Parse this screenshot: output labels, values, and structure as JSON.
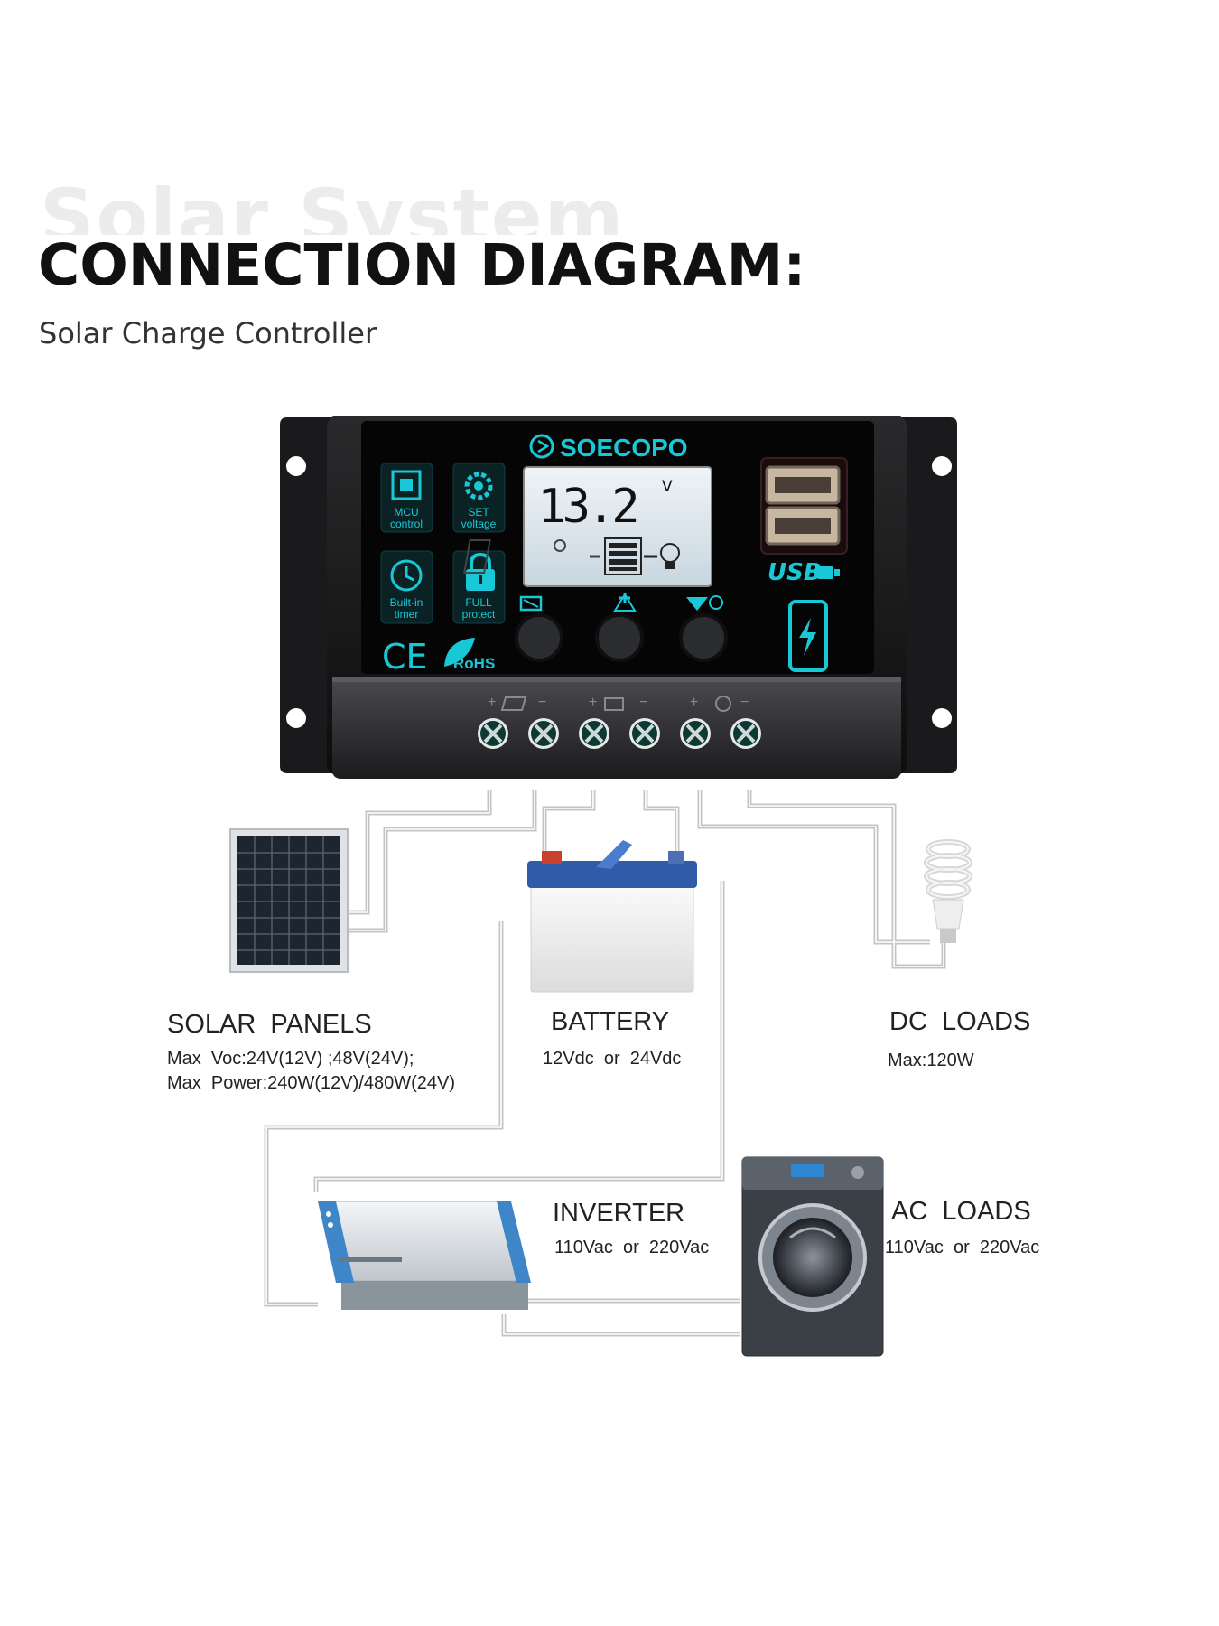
{
  "header": {
    "watermark": "Solar System",
    "title": "CONNECTION DIAGRAM:",
    "subtitle": "Solar Charge Controller"
  },
  "controller": {
    "brand": "SOECOPO",
    "display_value": "13.2",
    "display_unit": "V",
    "features": [
      {
        "label_1": "MCU",
        "label_2": "control",
        "icon": "chip-icon"
      },
      {
        "label_1": "SET",
        "label_2": "voltage",
        "icon": "gear-icon"
      },
      {
        "label_1": "Built-in",
        "label_2": "timer",
        "icon": "clock-icon"
      },
      {
        "label_1": "FULL",
        "label_2": "protect",
        "icon": "lock-icon"
      }
    ],
    "ce_mark": "CE",
    "rohs_mark": "RoHS",
    "usb_label": "USB",
    "accent_color": "#19c8d6",
    "knobs": 3,
    "terminals": 6
  },
  "components": {
    "solar_panels": {
      "title": "SOLAR  PANELS",
      "spec_1": "Max  Voc:24V(12V) ;48V(24V);",
      "spec_2": "Max  Power:240W(12V)/480W(24V)"
    },
    "battery": {
      "title": "BATTERY",
      "spec_1": "12Vdc  or  24Vdc"
    },
    "dc_loads": {
      "title": "DC  LOADS",
      "spec_1": "Max:120W"
    },
    "inverter": {
      "title": "INVERTER",
      "spec_1": "110Vac  or  220Vac"
    },
    "ac_loads": {
      "title": "AC  LOADS",
      "spec_1": "110Vac  or  220Vac"
    }
  }
}
